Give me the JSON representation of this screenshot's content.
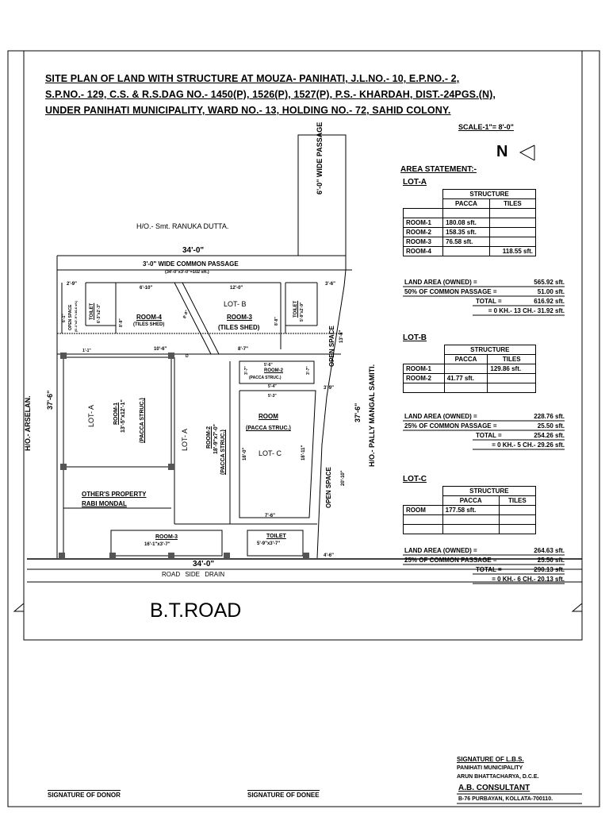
{
  "title": {
    "line1": "SITE PLAN OF LAND WITH STRUCTURE AT MOUZA- PANIHATI, J.L.NO.- 10, E.P.NO.- 2,",
    "line2": "S.P.NO.- 129, C.S. & R.S.DAG NO.- 1450(P), 1526(P), 1527(P), P.S.- KHARDAH, DIST.-24PGS.(N),",
    "line3": "UNDER PANIHATI MUNICIPALITY, WARD NO.- 13, HOLDING NO.- 72, SAHID COLONY."
  },
  "scale": "SCALE-1\"= 8'-0\"",
  "north": "N",
  "plan": {
    "wide_passage": "6'-0\" WIDE PASSAGE",
    "ho_ranuka": "H/O.- Smt. RANUKA DUTTA.",
    "top_dim": "34'-0\"",
    "common_passage": "3'-0\" WIDE COMMON PASSAGE",
    "common_passage_calc": "(34'-0\"x3'-0\"=102 sft.)",
    "dim_2_9": "2'-9\"",
    "dim_6_10": "6'-10\"",
    "dim_12_0": "12'-0\"",
    "dim_3_6": "3'-6\"",
    "toilet_a": "TOILET",
    "toilet_a_size": "6'-3\"x2'-3\"",
    "open_space_a": "OPEN SPACE",
    "open_space_a_calc": "(6'-1\"x2'-9\"=16.6 sft.)",
    "dim_6_1": "6'-1\"",
    "room4": "ROOM-4",
    "room4_sub": "(TILES SHED)",
    "dim_8_8a": "8'-8\"",
    "dim_8_8b": "8'-8\"",
    "lotb": "LOT- B",
    "room3": "ROOM-3",
    "room3_sub": "(TILES SHED)",
    "dim_8_8c": "8'-8\"",
    "toilet_b": "TOILET",
    "toilet_b_size": "5'-9\"x2'-9\"",
    "open_space_b": "OPEN SPACE",
    "dim_13_8": "13'-8\"",
    "dim_1_1": "1'-1\"",
    "dim_10_6": "10'-6\"",
    "dim_8_7": "8'-7\"",
    "d": "D",
    "room2_small": "ROOM-2",
    "room2_small_sub": "(PACCA STRUC.)",
    "dim_5_6": "5'-6\"",
    "dim_3_7a": "3'-7\"",
    "dim_3_7b": "3'-7\"",
    "dim_5_4": "5'-4\"",
    "dim_5_3": "5'-3\"",
    "dim_3_9": "3'-9\"",
    "ho_arselan": "H/O.- ARSELAN.",
    "dim_37_6_left": "37'-6\"",
    "lota_left": "LOT- A",
    "room1": "ROOM-1",
    "room1_size": "13'-5\"x12'-1\"",
    "room1_sub": "(PACCA STRUC.)",
    "lota_mid": "LOT- A",
    "room2": "ROOM-2",
    "room2_size": "18'-9\"x7'-0\"",
    "room2_sub": "(PACCA STRUC.)",
    "roomc": "ROOM",
    "roomc_sub": "(PACCA STRUC.)",
    "dim_18_0": "18'-0\"",
    "lotc": "LOT- C",
    "dim_18_11": "18'-11\"",
    "dim_7_6": "7'-6\"",
    "open_space_c": "OPEN SPACE",
    "dim_20_10": "20'-10\"",
    "dim_37_6_right": "37'-6\"",
    "ho_pally": "H/O.- PALLY MANGAL SAMITI.",
    "others1": "OTHER'S PROPERTY",
    "others2": "RABI MONDAL",
    "room3_bottom": "ROOM-3",
    "room3_bottom_size": "16'-1\"x3'-7\"",
    "toilet_c": "TOILET",
    "toilet_c_size": "5'-9\"x3'-7\"",
    "dim_4_6": "4'-6\"",
    "bottom_dim": "34'-0\"",
    "drain": "ROAD SIDE DRAIN",
    "road": "B.T.ROAD"
  },
  "area": {
    "heading": "AREA STATEMENT:-",
    "lota": {
      "heading": "LOT-A",
      "structure": "STRUCTURE",
      "pacca": "PACCA",
      "tiles": "TILES",
      "rows": [
        {
          "room": "ROOM-1",
          "pacca": "180.08 sft.",
          "tiles": ""
        },
        {
          "room": "ROOM-2",
          "pacca": "158.35 sft.",
          "tiles": ""
        },
        {
          "room": "ROOM-3",
          "pacca": "76.58 sft.",
          "tiles": ""
        },
        {
          "room": "ROOM-4",
          "pacca": "",
          "tiles": "118.55 sft."
        }
      ],
      "land_label": "LAND AREA (OWNED) =",
      "land_val": "565.92 sft.",
      "common_label": "50% OF COMMON PASSAGE =",
      "common_val": "51.00 sft.",
      "total_label": "TOTAL =",
      "total_val": "616.92 sft.",
      "kh": "= 0 KH.- 13 CH.- 31.92 sft."
    },
    "lotb": {
      "heading": "LOT-B",
      "structure": "STRUCTURE",
      "pacca": "PACCA",
      "tiles": "TILES",
      "rows": [
        {
          "room": "ROOM-1",
          "pacca": "",
          "tiles": "129.86 sft."
        },
        {
          "room": "ROOM-2",
          "pacca": "41.77 sft.",
          "tiles": ""
        }
      ],
      "land_label": "LAND AREA (OWNED) =",
      "land_val": "228.76 sft.",
      "common_label": "25% OF COMMON PASSAGE =",
      "common_val": "25.50 sft.",
      "total_label": "TOTAL =",
      "total_val": "254.26 sft.",
      "kh": "= 0 KH.- 5 CH.- 29.26 sft."
    },
    "lotc": {
      "heading": "LOT-C",
      "structure": "STRUCTURE",
      "pacca": "PACCA",
      "tiles": "TILES",
      "rows": [
        {
          "room": "ROOM",
          "pacca": "177.58 sft.",
          "tiles": ""
        }
      ],
      "land_label": "LAND AREA (OWNED) =",
      "land_val": "264.63 sft.",
      "common_label": "25% OF COMMON PASSAGE =",
      "common_val": "25.50 sft.",
      "total_label": "TOTAL =",
      "total_val": "290.13 sft.",
      "kh": "= 0 KH.- 6 CH.- 20.13 sft."
    }
  },
  "signatures": {
    "lbs": "SIGNATURE OF L.B.S.",
    "lbs2": "PANIHATI MUNICIPALITY",
    "lbs3": "ARUN BHATTACHARYA, D.C.E.",
    "consultant": "A.B. CONSULTANT",
    "address": "B-76 PURBAYAN, KOLLATA-700110.",
    "donor": "SIGNATURE OF DONOR",
    "donee": "SIGNATURE OF DONEE"
  }
}
